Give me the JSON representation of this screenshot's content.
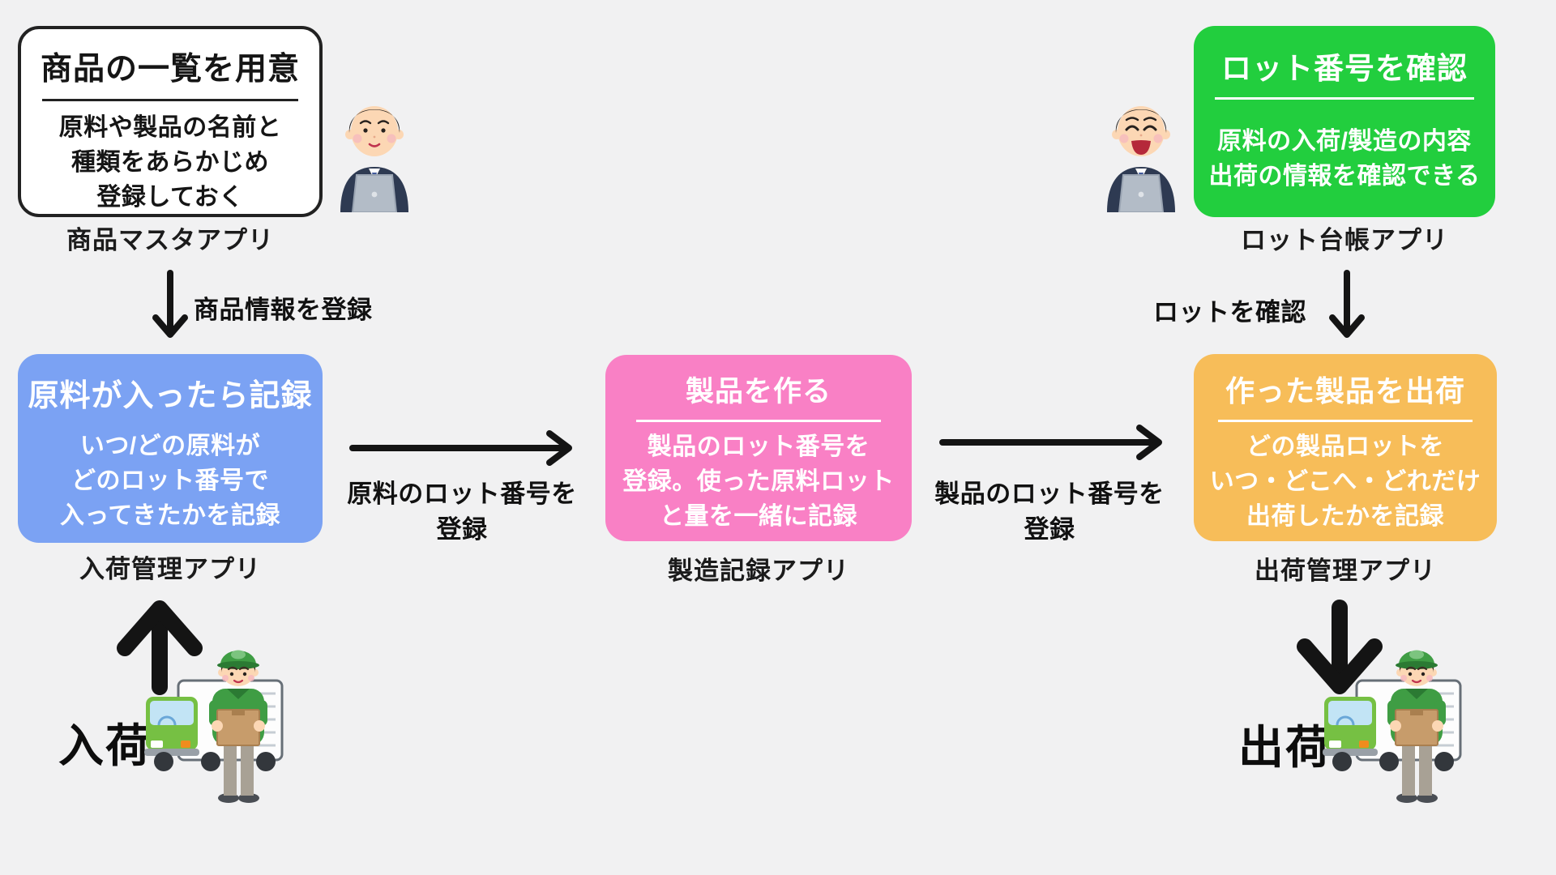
{
  "boxes": {
    "product_master": {
      "title": "商品の一覧を用意",
      "body": [
        "原料や製品の名前と",
        "種類をあらかじめ",
        "登録しておく"
      ],
      "app_label": "商品マスタアプリ"
    },
    "lot_ledger": {
      "title": "ロット番号を確認",
      "body": [
        "原料の入荷/製造の内容",
        "出荷の情報を確認できる"
      ],
      "app_label": "ロット台帳アプリ"
    },
    "receiving": {
      "title": "原料が入ったら記録",
      "body": [
        "いつ/どの原料が",
        "どのロット番号で",
        "入ってきたかを記録"
      ],
      "app_label": "入荷管理アプリ"
    },
    "manufacturing": {
      "title": "製品を作る",
      "body": [
        "製品のロット番号を",
        "登録。使った原料ロット",
        "と量を一緒に記録"
      ],
      "app_label": "製造記録アプリ"
    },
    "shipping": {
      "title": "作った製品を出荷",
      "body": [
        "どの製品ロットを",
        "いつ・どこへ・どれだけ",
        "出荷したかを記録"
      ],
      "app_label": "出荷管理アプリ"
    }
  },
  "arrow_labels": {
    "register_product_info": "商品情報を登録",
    "check_lot": "ロットを確認",
    "register_material_lot": [
      "原料のロット番号を",
      "登録"
    ],
    "register_product_lot": [
      "製品のロット番号を",
      "登録"
    ]
  },
  "flow_labels": {
    "inbound": "入荷",
    "outbound": "出荷"
  },
  "colors": {
    "background": "#f1f1f2",
    "box_white": "#ffffff",
    "box_green": "#22ce3e",
    "box_blue": "#7ba2f3",
    "box_pink": "#f980c5",
    "box_orange": "#f7bd59",
    "arrow_black": "#141414"
  }
}
